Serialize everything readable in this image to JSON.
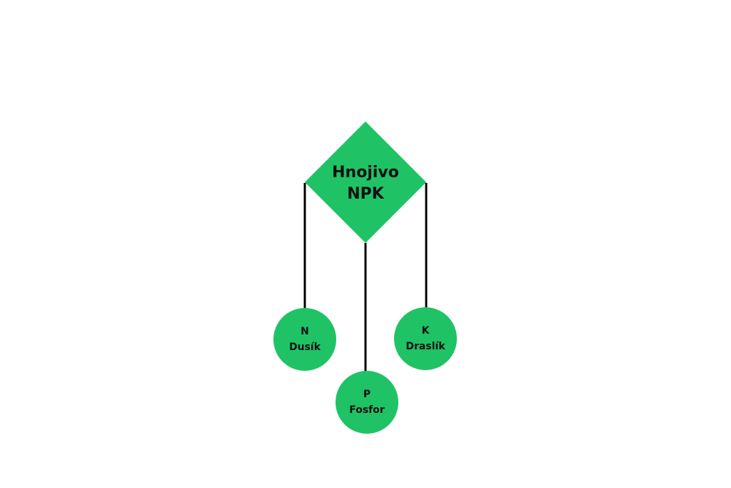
{
  "colors": {
    "node_fill": "#1fc365",
    "connector": "#000000",
    "text": "#111111",
    "background": "#ffffff"
  },
  "root": {
    "line1": "Hnojivo",
    "line2": "NPK"
  },
  "nodes": [
    {
      "symbol": "N",
      "name": "Dusík"
    },
    {
      "symbol": "P",
      "name": "Fosfor"
    },
    {
      "symbol": "K",
      "name": "Draslík"
    }
  ]
}
